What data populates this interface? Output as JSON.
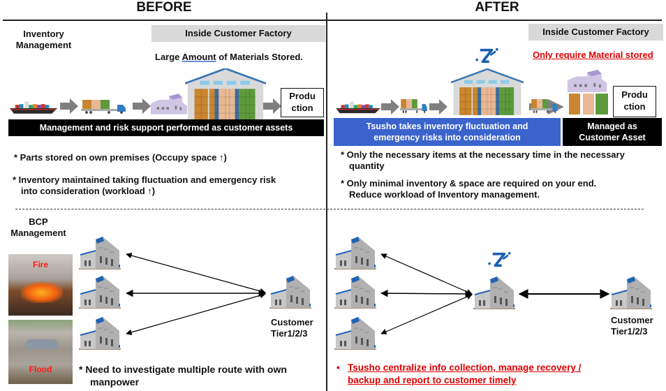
{
  "headers": {
    "before": "BEFORE",
    "after": "AFTER"
  },
  "sections": {
    "inventory_label": [
      "Inventory",
      "Management"
    ],
    "bcp_label": [
      "BCP",
      "Management"
    ]
  },
  "before": {
    "factory_box": "Inside Customer Factory",
    "subtitle_pre": "Large ",
    "subtitle_emph": "Amount",
    "subtitle_post": " of Materials Stored.",
    "production": [
      "Produ",
      "ction"
    ],
    "banner": "Management and risk support performed as customer assets",
    "bullets": [
      {
        "line1": "* Parts stored on own premises (Occupy space ↑)",
        "line2": ""
      },
      {
        "line1": "* Inventory maintained taking fluctuation and emergency risk",
        "line2": "into consideration (workload ↑)"
      }
    ],
    "photos": {
      "fire": "Fire",
      "flood": "Flood"
    },
    "customer": [
      "Customer",
      "Tier1/2/3"
    ],
    "bcp_note": {
      "line1": "*  Need to investigate multiple route with own",
      "line2": "manpower"
    }
  },
  "after": {
    "factory_box": "Inside Customer Factory",
    "subtitle": "Only require Material stored",
    "production": [
      "Produ",
      "ction"
    ],
    "blue_banner": [
      "Tsusho takes inventory fluctuation and",
      "emergency risks into consideration"
    ],
    "black_banner": [
      "Managed as",
      "Customer Asset"
    ],
    "bullets": [
      {
        "line1": "* Only the necessary items at the necessary time in the necessary",
        "line2": "quantity"
      },
      {
        "line1": "* Only minimal inventory & space are required on your end.",
        "line2": "Reduce workload of Inventory management."
      }
    ],
    "customer": [
      "Customer",
      "Tier1/2/3"
    ],
    "bcp_note": {
      "bullet": "•",
      "line1": "Tsusho centralize info collection, manage recovery /",
      "line2": "backup and report to customer timely"
    }
  },
  "colors": {
    "accent_blue": "#3a63cc",
    "alert_red": "#e00000",
    "logo_blue": "#1a5fb4",
    "crate_orange": "#c9852f",
    "crate_peach": "#e8b894",
    "crate_green": "#5e9a3c"
  },
  "icons": {
    "ship": "cargo-ship-icon",
    "truck": "truck-icon",
    "factory": "factory-icon",
    "warehouse": "warehouse-icon",
    "building": "office-building-icon",
    "logo": "tsusho-logo-icon"
  }
}
